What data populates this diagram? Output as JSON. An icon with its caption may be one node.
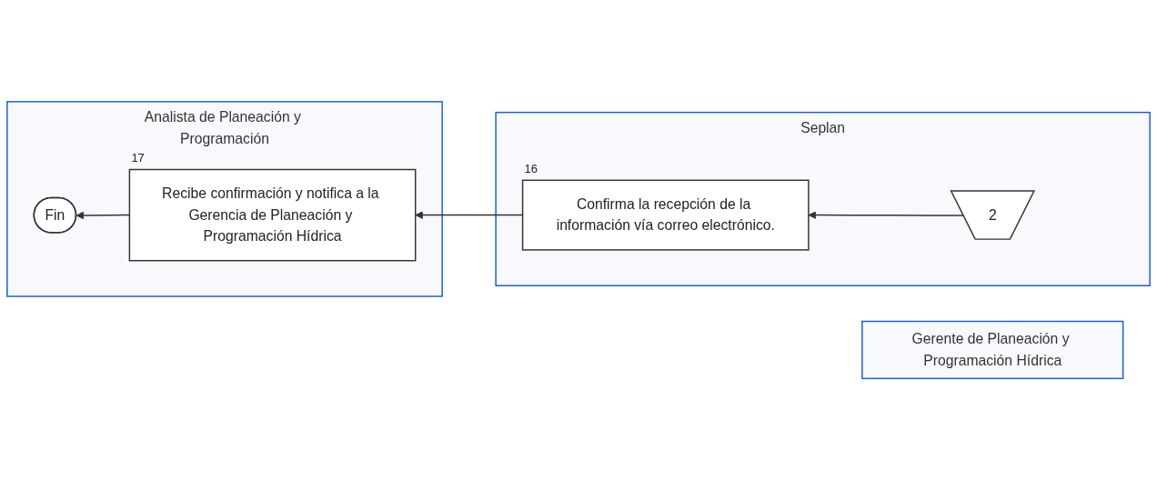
{
  "diagram": {
    "nodes": [
      {
        "text": [
          "Gerente de Planeación y Programación Hídrica"
        ]
      },
      {
        "text": [
          "Analista de Planeación y Programación"
        ]
      },
      {
        "text": [
          "Seplan"
        ]
      },
      {
        "text": [
          "2"
        ],
        "in": 2
      },
      {
        "text": [
          "Confirma la recepción de la información vía correo electrónico."
        ],
        "in": 2,
        "beside": [
          "16"
        ]
      },
      {
        "text": [
          "Recibe confirmación y notifica a la Gerencia de Planeación y Programación Hídrica"
        ],
        "in": 1,
        "beside": [
          "17"
        ]
      },
      {
        "text": [
          "Fin"
        ],
        "in": 1
      }
    ],
    "edges": [
      {
        "from": 3,
        "to": 4,
        "arrow": "to"
      },
      {
        "from": 4,
        "to": 5,
        "arrow": "to"
      },
      {
        "from": 5,
        "to": 6,
        "arrow": "to"
      }
    ]
  }
}
